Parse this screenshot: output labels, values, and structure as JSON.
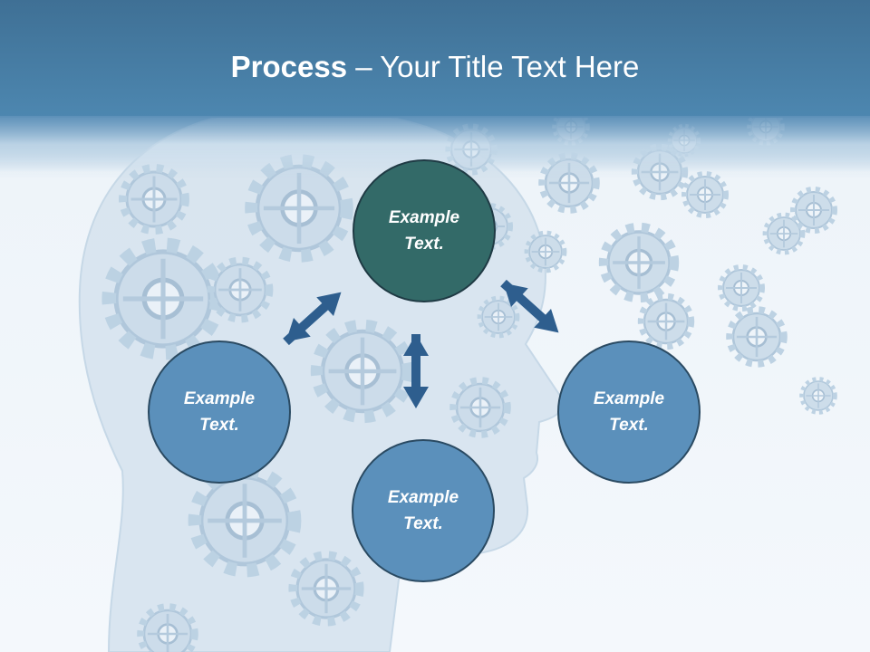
{
  "title": {
    "bold": "Process",
    "rest": " – Your Title Text Here"
  },
  "colors": {
    "header": "#4a82ab",
    "node_blue": "#5b90bb",
    "node_dark": "#336a68",
    "arrow": "#2e5e8e",
    "gear": "#c5d8e8"
  },
  "nodes": [
    {
      "id": "top",
      "label": "Example Text."
    },
    {
      "id": "left",
      "label": "Example Text."
    },
    {
      "id": "bottom",
      "label": "Example Text."
    },
    {
      "id": "right",
      "label": "Example Text."
    }
  ],
  "arrows": [
    {
      "from": "top",
      "to": "left",
      "style": "double-headed"
    },
    {
      "from": "top",
      "to": "bottom",
      "style": "double-headed"
    },
    {
      "from": "top",
      "to": "right",
      "style": "double-headed"
    }
  ],
  "background_icon": "head-with-gears"
}
